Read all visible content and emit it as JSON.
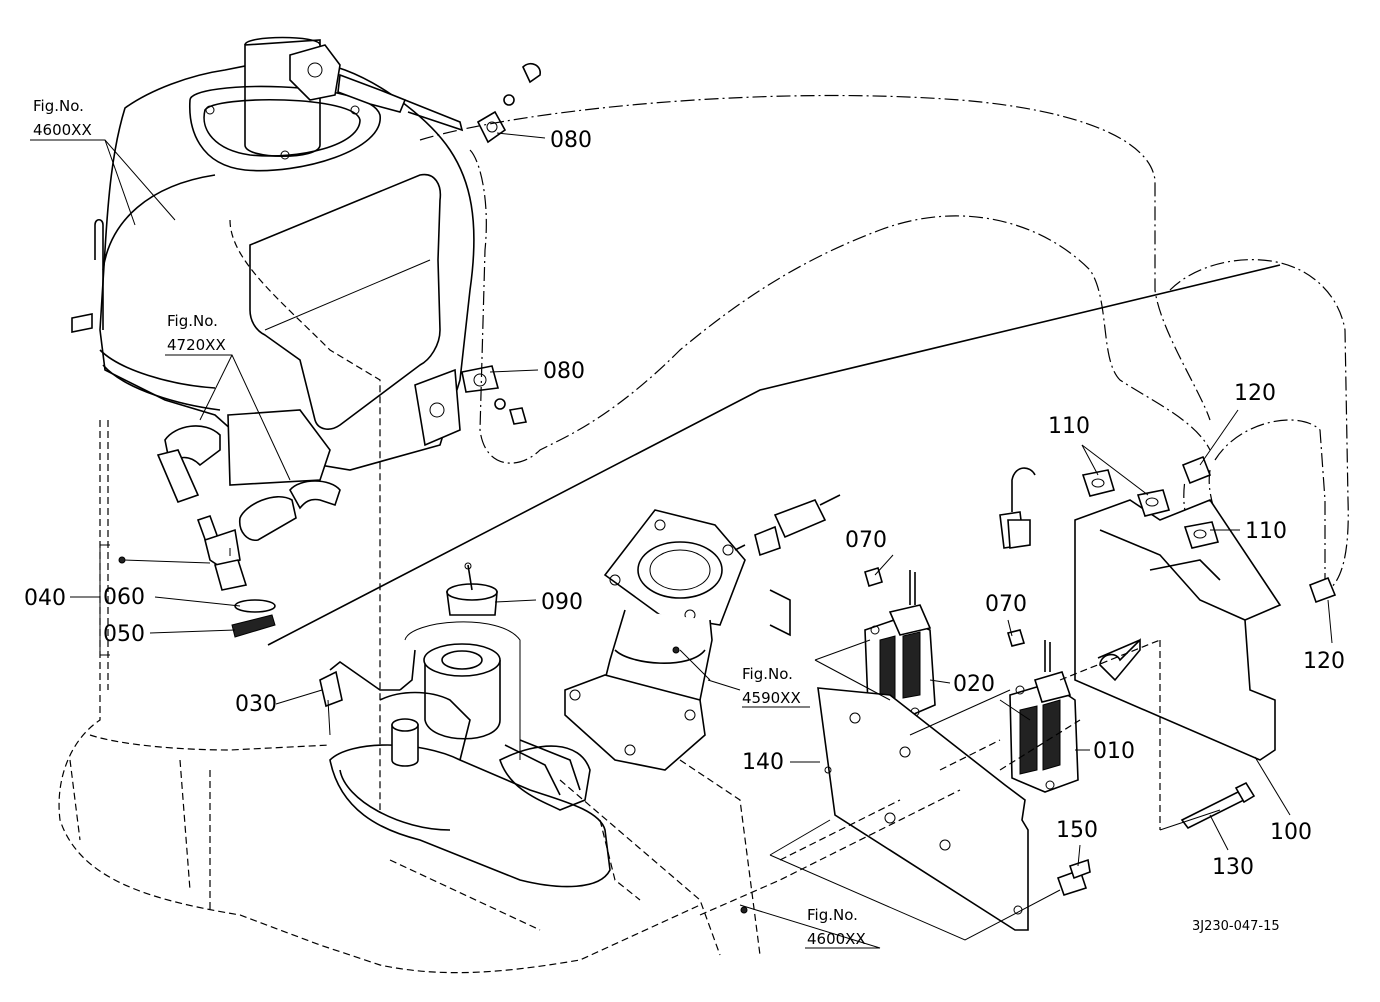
{
  "callouts": {
    "c010": "010",
    "c020": "020",
    "c030": "030",
    "c040": "040",
    "c050": "050",
    "c060": "060",
    "c070a": "070",
    "c070b": "070",
    "c080a": "080",
    "c080b": "080",
    "c090": "090",
    "c100": "100",
    "c110a": "110",
    "c110b": "110",
    "c120a": "120",
    "c120b": "120",
    "c130": "130",
    "c140": "140",
    "c150": "150"
  },
  "fig_refs": {
    "r1_title": "Fig.No.",
    "r1_num": "4600XX",
    "r2_title": "Fig.No.",
    "r2_num": "4720XX",
    "r3_title": "Fig.No.",
    "r3_num": "4590XX",
    "r4_title": "Fig.No.",
    "r4_num": "4600XX"
  },
  "drawing_code": "3J230-047-15"
}
